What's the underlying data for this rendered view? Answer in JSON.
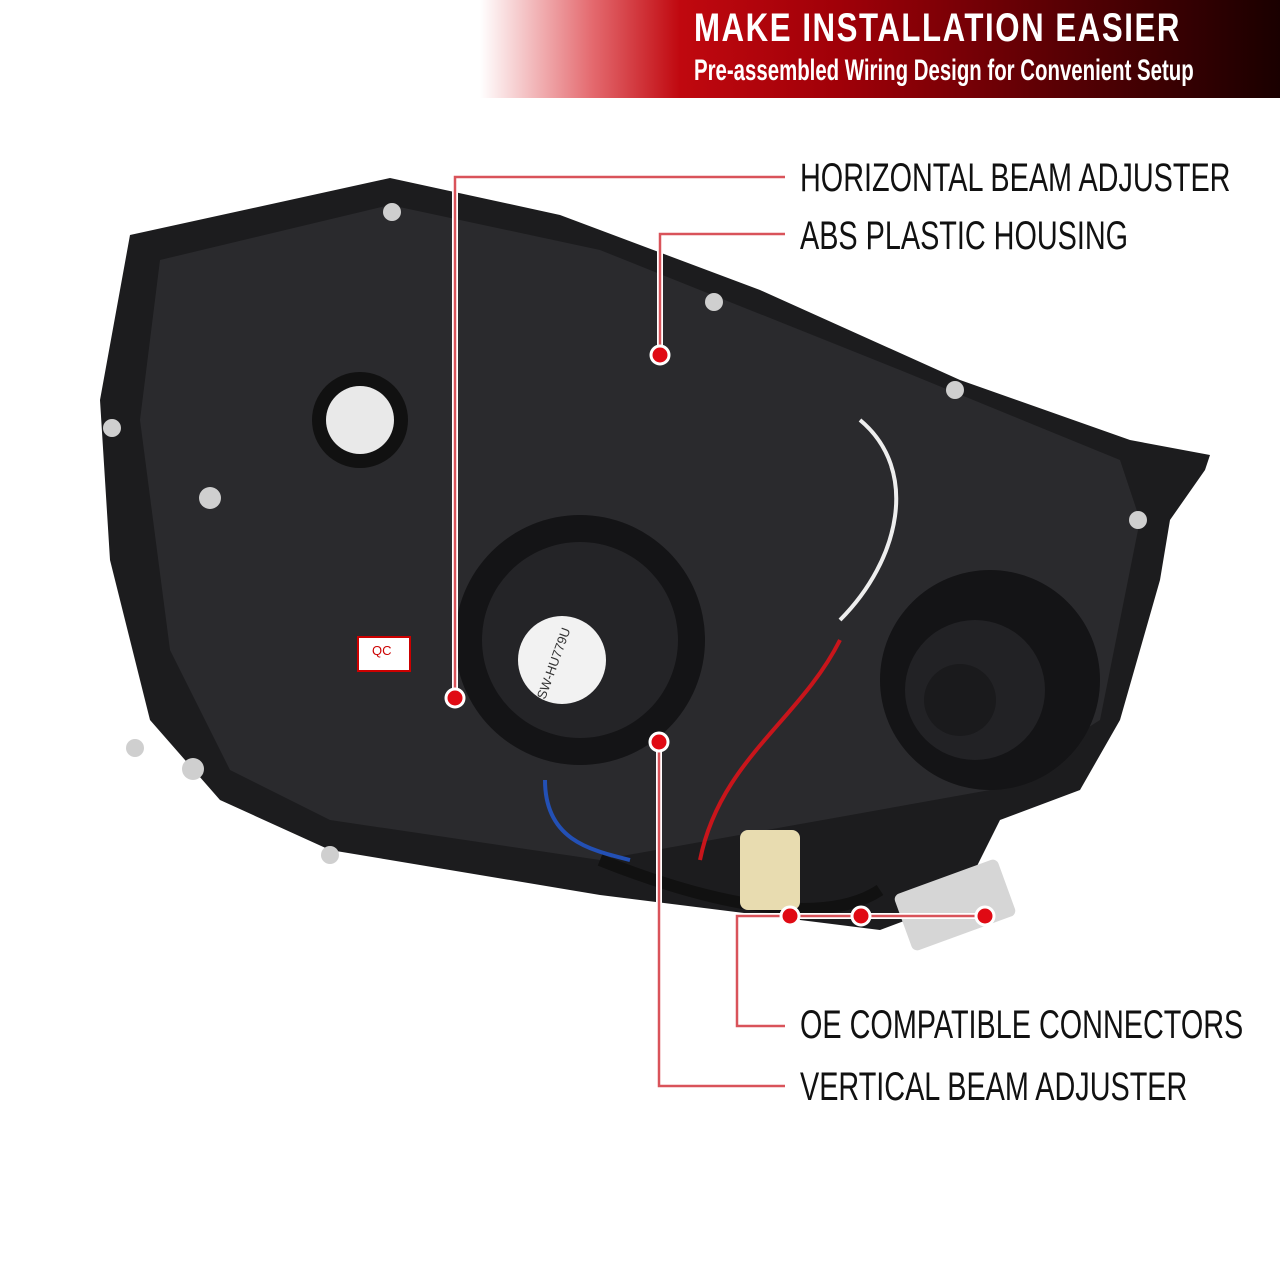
{
  "banner": {
    "title": "MAKE INSTALLATION EASIER",
    "subtitle": "Pre-assembled Wiring Design for Convenient Setup"
  },
  "callouts": [
    {
      "label": "HORIZONTAL BEAM ADJUSTER"
    },
    {
      "label": "ABS PLASTIC HOUSING"
    },
    {
      "label": "OE COMPATIBLE CONNECTORS"
    },
    {
      "label": "VERTICAL BEAM ADJUSTER"
    }
  ],
  "product_markings": {
    "qc_sticker": "QC",
    "bulb_label": "SW-HU779U"
  },
  "colors": {
    "accent": "#e00a14",
    "callout_line": "#d9535a",
    "housing": "#1c1c1e"
  }
}
